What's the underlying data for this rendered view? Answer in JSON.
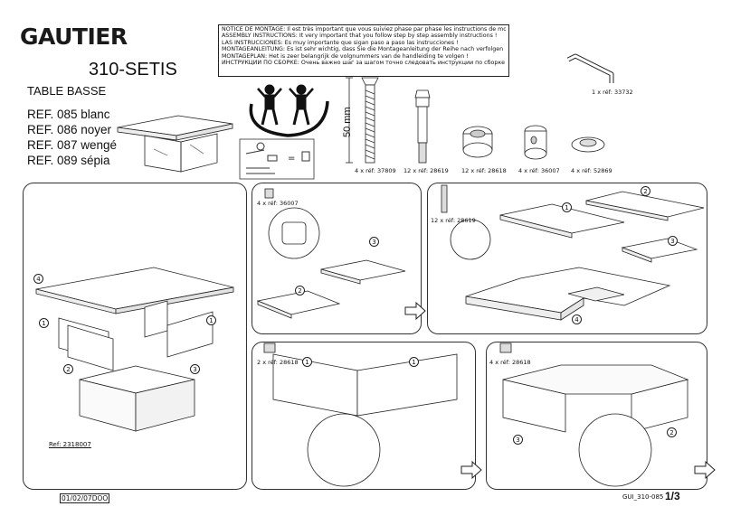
{
  "brand": "GAUTIER",
  "model": "310-SETIS",
  "subtitle": "TABLE BASSE",
  "references": [
    "REF. 085 blanc",
    "REF. 086 noyer",
    "REF. 087 wengé",
    "REF. 089 sépia"
  ],
  "notice_lines": [
    "NOTICE DE MONTAGE: Il est très important que vous suiviez phase par phase les instructions de montage !",
    "ASSEMBLY INSTRUCTIONS: It very important that you follow step by step assembly instructions !",
    "LAS INSTRUCCIONES: Es muy importante que sigan paso a paso las instrucciones !",
    "MONTAGEANLEITUNG: Es ist sehr wichtig, dass Sie die Montageanleitung der Reihe nach verfolgen !",
    "MONTAGEPLAN: Het is zeer belangrijk de volgnummers van de handleiding te volgen !",
    "ИНСТРУКЦИИ ПО СБОРКЕ: Очень важно шаг за шагом точно следовать инструкции по сборке"
  ],
  "hardware": {
    "dimension_label": "50 mm",
    "allen_key": "1 x réf: 33732",
    "items": [
      "4 x réf: 37809",
      "12 x réf: 28619",
      "12 x réf: 28618",
      "4 x réf: 36007",
      "4 x réf: 52869"
    ]
  },
  "step1": {
    "part_numbers": [
      "4",
      "1",
      "1",
      "2",
      "3"
    ],
    "ref_note": "Ref: 2318007"
  },
  "step2": {
    "hardware": "4 x réf: 36007",
    "part_numbers": [
      "3",
      "2"
    ]
  },
  "step3": {
    "hardware": "12 x réf: 28619",
    "part_numbers": [
      "1",
      "2",
      "3",
      "4"
    ]
  },
  "step4": {
    "hardware": "2 x réf: 28618",
    "part_numbers": [
      "1",
      "1"
    ]
  },
  "step5": {
    "hardware": "4 x réf: 28618",
    "part_numbers": [
      "3",
      "2"
    ]
  },
  "footer": {
    "date": "01/02/07",
    "date_suffix": "DOO",
    "code": "GUI_310-085",
    "page": "1/3"
  }
}
